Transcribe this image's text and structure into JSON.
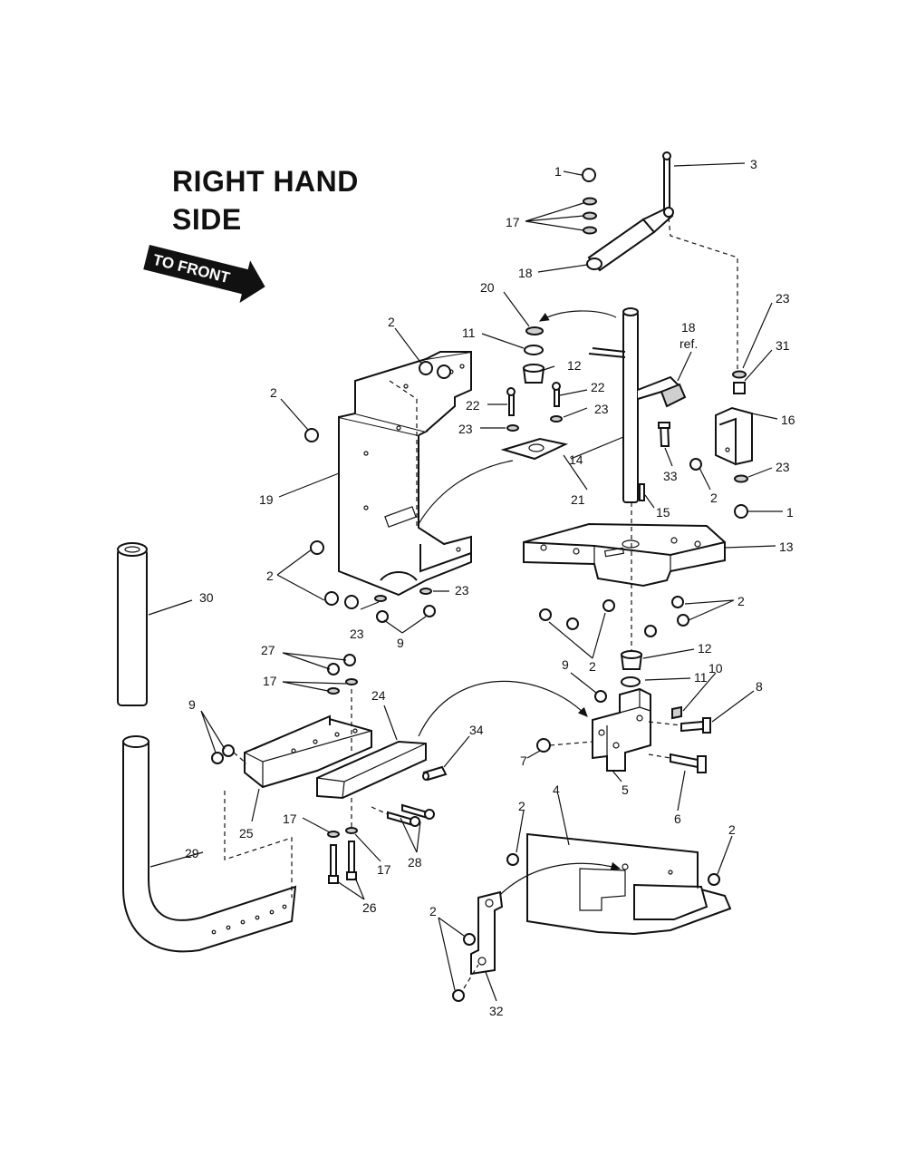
{
  "title_line1": "RIGHT HAND",
  "title_line2": "SIDE",
  "direction_label": "TO FRONT",
  "callouts": [
    {
      "id": "c1a",
      "label": "1"
    },
    {
      "id": "c3",
      "label": "3"
    },
    {
      "id": "c17a",
      "label": "17"
    },
    {
      "id": "c18",
      "label": "18"
    },
    {
      "id": "c20",
      "label": "20"
    },
    {
      "id": "c11a",
      "label": "11"
    },
    {
      "id": "c12a",
      "label": "12"
    },
    {
      "id": "c22a",
      "label": "22"
    },
    {
      "id": "c22b",
      "label": "22"
    },
    {
      "id": "c23a",
      "label": "23"
    },
    {
      "id": "c23b",
      "label": "23"
    },
    {
      "id": "c18ref",
      "label": "18"
    },
    {
      "id": "c18ref2",
      "label": "ref."
    },
    {
      "id": "c23c",
      "label": "23"
    },
    {
      "id": "c31",
      "label": "31"
    },
    {
      "id": "c16",
      "label": "16"
    },
    {
      "id": "c23d",
      "label": "23"
    },
    {
      "id": "c1b",
      "label": "1"
    },
    {
      "id": "c2a",
      "label": "2"
    },
    {
      "id": "c2b",
      "label": "2"
    },
    {
      "id": "c19",
      "label": "19"
    },
    {
      "id": "c14",
      "label": "14"
    },
    {
      "id": "c21",
      "label": "21"
    },
    {
      "id": "c33",
      "label": "33"
    },
    {
      "id": "c2c",
      "label": "2"
    },
    {
      "id": "c15",
      "label": "15"
    },
    {
      "id": "c13",
      "label": "13"
    },
    {
      "id": "c30",
      "label": "30"
    },
    {
      "id": "c2d",
      "label": "2"
    },
    {
      "id": "c23e",
      "label": "23"
    },
    {
      "id": "c23f",
      "label": "23"
    },
    {
      "id": "c9a",
      "label": "9"
    },
    {
      "id": "c2e",
      "label": "2"
    },
    {
      "id": "c2f",
      "label": "2"
    },
    {
      "id": "c12b",
      "label": "12"
    },
    {
      "id": "c27",
      "label": "27"
    },
    {
      "id": "c17b",
      "label": "17"
    },
    {
      "id": "c24",
      "label": "24"
    },
    {
      "id": "c9b",
      "label": "9"
    },
    {
      "id": "c11b",
      "label": "11"
    },
    {
      "id": "c10",
      "label": "10"
    },
    {
      "id": "c8",
      "label": "8"
    },
    {
      "id": "c9c",
      "label": "9"
    },
    {
      "id": "c34",
      "label": "34"
    },
    {
      "id": "c7",
      "label": "7"
    },
    {
      "id": "c5",
      "label": "5"
    },
    {
      "id": "c6",
      "label": "6"
    },
    {
      "id": "c25",
      "label": "25"
    },
    {
      "id": "c17c",
      "label": "17"
    },
    {
      "id": "c17d",
      "label": "17"
    },
    {
      "id": "c28",
      "label": "28"
    },
    {
      "id": "c4",
      "label": "4"
    },
    {
      "id": "c2g",
      "label": "2"
    },
    {
      "id": "c2h",
      "label": "2"
    },
    {
      "id": "c29",
      "label": "29"
    },
    {
      "id": "c26",
      "label": "26"
    },
    {
      "id": "c2i",
      "label": "2"
    },
    {
      "id": "c32",
      "label": "32"
    }
  ]
}
